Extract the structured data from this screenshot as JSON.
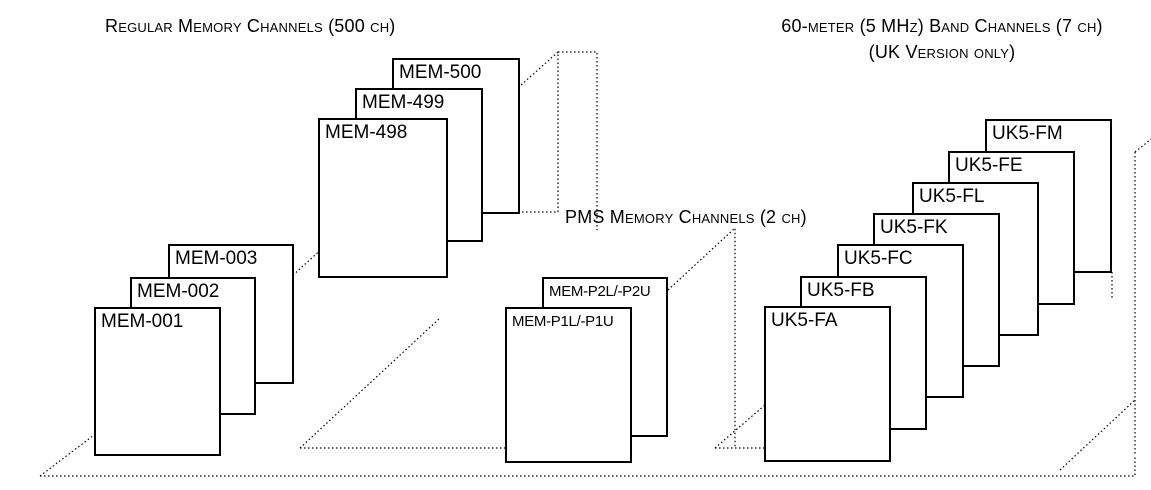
{
  "headings": {
    "regular": "Regular Memory Channels (500 ch)",
    "pms": "PMS Memory Channels (2 ch)",
    "band60_line1": "60-meter (5 MHz) Band Channels (7 ch)",
    "band60_line2": "(UK Version only)"
  },
  "groups": {
    "regular_low": [
      "MEM-003",
      "MEM-002",
      "MEM-001"
    ],
    "regular_high": [
      "MEM-500",
      "MEM-499",
      "MEM-498"
    ],
    "pms": [
      "MEM-P2L/-P2U",
      "MEM-P1L/-P1U"
    ],
    "band60": [
      "UK5-FM",
      "UK5-FE",
      "UK5-FL",
      "UK5-FK",
      "UK5-FC",
      "UK5-FB",
      "UK5-FA"
    ]
  }
}
